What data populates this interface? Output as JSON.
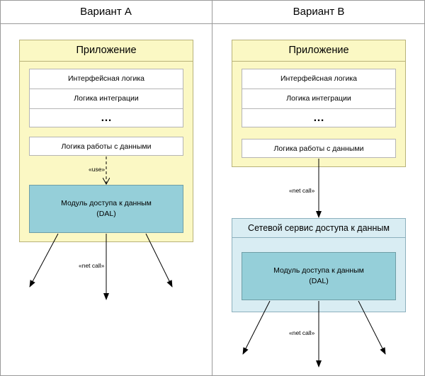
{
  "variant_a": {
    "heading": "Вариант А",
    "app_title": "Приложение",
    "layers": [
      "Интерфейсная логика",
      "Логика интеграции",
      "…"
    ],
    "data_logic": "Логика работы с данными",
    "use_label": "«use»",
    "dal_line1": "Модуль доступа к данным",
    "dal_line2": "(DAL)",
    "net_call": "«net call»"
  },
  "variant_b": {
    "heading": "Вариант В",
    "app_title": "Приложение",
    "layers": [
      "Интерфейсная логика",
      "Логика интеграции",
      "…"
    ],
    "data_logic": "Логика работы с данными",
    "net_call_top": "«net call»",
    "service_title": "Сетевой сервис доступа к данным",
    "dal_line1": "Модуль доступа к данным",
    "dal_line2": "(DAL)",
    "net_call_bottom": "«net call»"
  },
  "colors": {
    "app_fill": "#fbf8c4",
    "dal_fill": "#95cfd9",
    "service_fill": "#d9edf3"
  }
}
